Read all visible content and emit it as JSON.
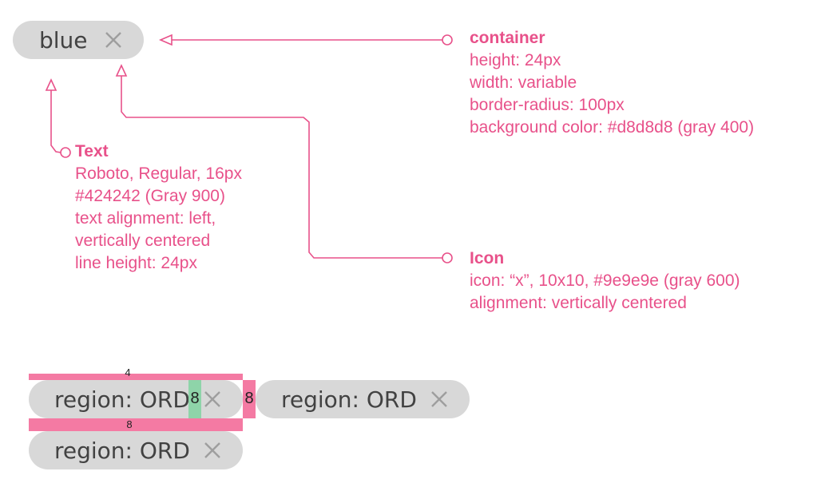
{
  "colors": {
    "annotation": "#e8518a",
    "chip_background": "#d8d8d8",
    "chip_text": "#424242",
    "icon": "#9e9e9e",
    "spacing_marker": "#f47aa3",
    "gap_marker": "#8ed4a9"
  },
  "chip_demo": {
    "label": "blue",
    "icon": "close-icon"
  },
  "notes": {
    "container": {
      "title": "container",
      "lines": [
        "height: 24px",
        "width: variable",
        "border-radius: 100px",
        "background color: #d8d8d8 (gray 400)"
      ]
    },
    "text": {
      "title": "Text",
      "lines": [
        "Roboto, Regular, 16px",
        "#424242 (Gray 900)",
        "text alignment: left,",
        "vertically centered",
        "line height: 24px"
      ]
    },
    "icon": {
      "title": "Icon",
      "lines": [
        "icon: “x”, 10x10, #9e9e9e (gray 600)",
        "alignment: vertically centered"
      ]
    }
  },
  "spacing_example": {
    "chips": [
      {
        "label": "region: ORD",
        "icon": "close-icon"
      },
      {
        "label": "region: ORD",
        "icon": "close-icon"
      },
      {
        "label": "region: ORD",
        "icon": "close-icon"
      }
    ],
    "measures": {
      "top": "4",
      "bottom": "8",
      "side": "8",
      "icon_gap": "8"
    }
  }
}
